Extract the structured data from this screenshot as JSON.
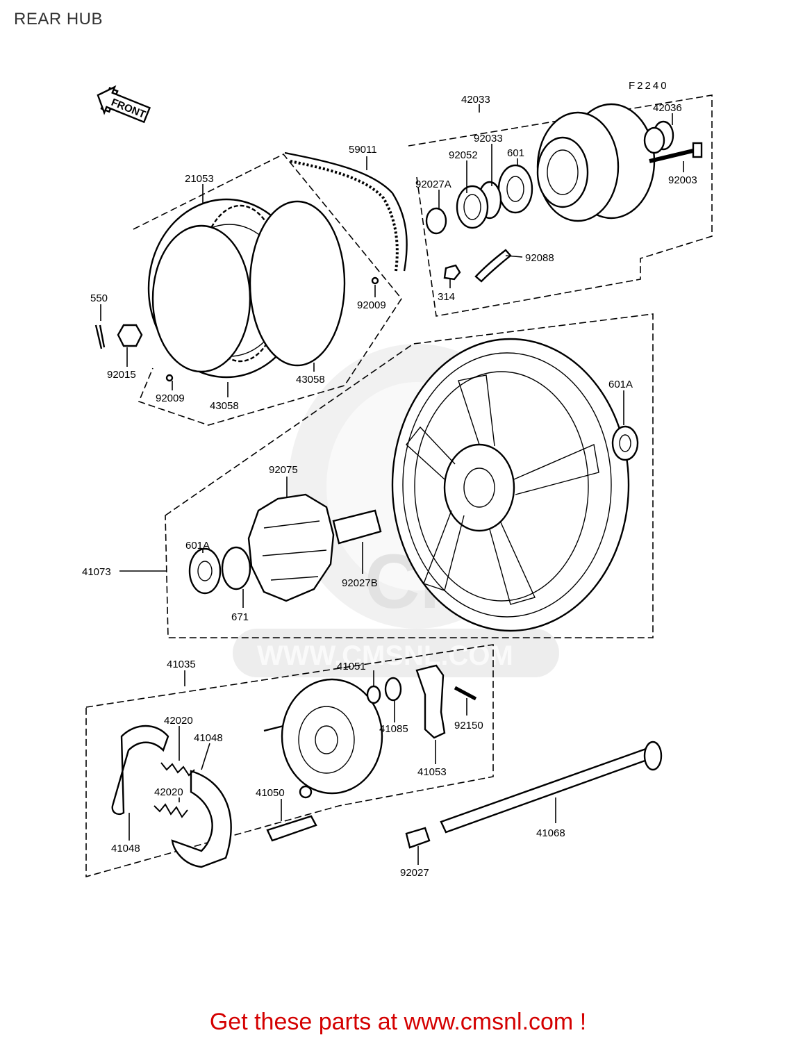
{
  "header": {
    "title": "REAR HUB"
  },
  "diagram": {
    "figure_code": "F2240",
    "direction_arrow": "FRONT",
    "watermark": {
      "brand": "CMS",
      "url": "WWW.CMSNL.COM"
    },
    "callouts": [
      "42033",
      "42036",
      "92033",
      "92052",
      "601",
      "92027A",
      "92003",
      "92088",
      "314",
      "59011",
      "21053",
      "550",
      "92009",
      "92015",
      "92009",
      "43058",
      "43058",
      "601A",
      "92075",
      "601A",
      "41073",
      "671",
      "92027B",
      "41035",
      "41051",
      "42020",
      "41048",
      "92150",
      "41085",
      "41053",
      "42020",
      "41050",
      "41048",
      "41068",
      "92027"
    ]
  },
  "footer": {
    "cta": "Get these parts at www.cmsnl.com !"
  }
}
